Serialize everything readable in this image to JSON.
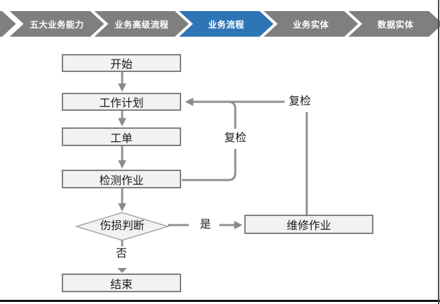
{
  "breadcrumb": {
    "items": [
      {
        "label": "五大业务能力",
        "active": false
      },
      {
        "label": "业务高级流程",
        "active": false
      },
      {
        "label": "业务流程",
        "active": true
      },
      {
        "label": "业务实体",
        "active": false
      },
      {
        "label": "数据实体",
        "active": false
      }
    ],
    "active_color": "#2E75B6",
    "inactive_color": "#7F7F7F"
  },
  "flowchart": {
    "nodes": [
      {
        "id": "start",
        "label": "开始",
        "type": "process"
      },
      {
        "id": "work-plan",
        "label": "工作计划",
        "type": "process"
      },
      {
        "id": "work-order",
        "label": "工单",
        "type": "process"
      },
      {
        "id": "inspection-job",
        "label": "检测作业",
        "type": "process"
      },
      {
        "id": "damage-decision",
        "label": "伤损判断",
        "type": "decision"
      },
      {
        "id": "end",
        "label": "结束",
        "type": "process"
      },
      {
        "id": "repair-job",
        "label": "维修作业",
        "type": "process"
      }
    ],
    "edge_labels": {
      "yes": "是",
      "no": "否",
      "recheck_inner": "复检",
      "recheck_outer": "复检"
    },
    "colors": {
      "node_fill": "#F2F2F2",
      "node_border": "#7F7F7F",
      "connector": "#909090",
      "arrowhead": "#8A8A8A"
    }
  }
}
